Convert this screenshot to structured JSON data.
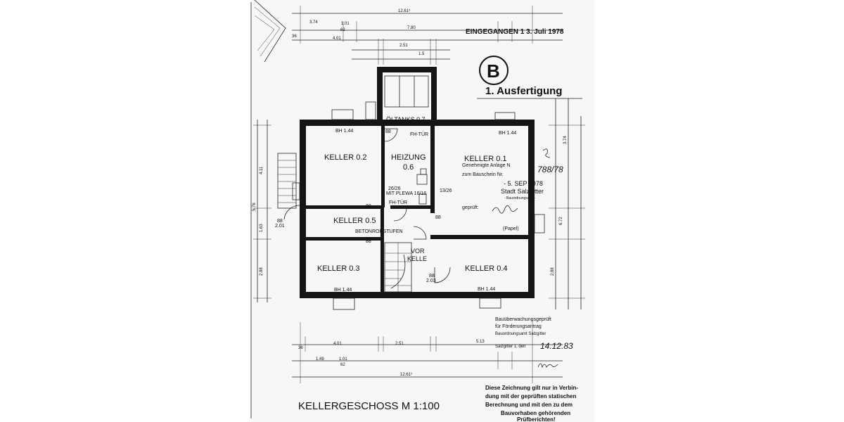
{
  "sheet": {
    "received_stamp": "EINGEGANGEN 1 3. Juli 1978",
    "stamp_letter": "B",
    "copy_label": "1. Ausfertigung",
    "title": "KELLERGESCHOSS M 1:100"
  },
  "rooms": {
    "keller_01": "KELLER 0.1",
    "keller_02": "KELLER 0.2",
    "keller_03": "KELLER 0.3",
    "keller_04": "KELLER 0.4",
    "keller_05": "KELLER 0.5",
    "heizung": "HEIZUNG",
    "heizung_no": "0.6",
    "oeltanks": "ÖLTANKS 0.7",
    "vorkeller_1": "VOR",
    "vorkeller_2": "KELLE"
  },
  "annotations": {
    "fh_tuer_1": "FH-TÜR",
    "fh_tuer_2": "FH-TÜR",
    "mit_plewa": "MIT PLEWA 16/16",
    "plewa_size": "26/26",
    "size_1326": "13/26",
    "betonrohstufen": "BETONROHSTUFEN",
    "bh_144": "BH 1.44",
    "door_88": "88",
    "door_201": "2.01",
    "door_203": "2.03"
  },
  "dimensions": {
    "top_total": "12.61⁵",
    "top_780": "7.80",
    "top_374": "3.74",
    "top_101": "1.01",
    "top_62": "62",
    "top_401": "4.01",
    "top_251": "2.51",
    "top_36": "36",
    "top_15": "1.5",
    "bot_36": "36",
    "bot_401": "4.01",
    "bot_251": "2.51",
    "bot_513": "5.13",
    "bot_149": "1.49",
    "bot_101": "1.01",
    "bot_62": "62",
    "bot_total": "12.61⁵",
    "left_411": "4.11",
    "left_163": "1.63",
    "left_288": "2.88",
    "left_576": "5.76",
    "right_374": "3.74",
    "right_672": "6.72",
    "right_288": "2.88"
  },
  "approval_stamp": {
    "line1": "Genehmigte Anlage N",
    "line2": "zum Bauschein Nr.",
    "date": "- 5. SEP 1978",
    "city": "Stadt Salzgitter",
    "office": "- Bauordnungsamt -",
    "checked": "geprüft:",
    "signer": "(Papel)"
  },
  "handwritten": {
    "plan_no": "788/78",
    "date": "14.12.83"
  },
  "funding_stamp": {
    "line1": "Bauüberwachungsgeprüft",
    "line2": "für Förderungsantrag",
    "line3": "Bauordnungsamt Salzgitter",
    "line4": "Salzgitter 1, den"
  },
  "note": {
    "line1": "Diese Zeichnung gilt nur in Verbin-",
    "line2": "dung mit der geprüften statischen",
    "line3": "Berechnung und mit den zu dem",
    "line4": "Bauvorhaben gehörenden",
    "line5": "Prüfberichten!"
  }
}
